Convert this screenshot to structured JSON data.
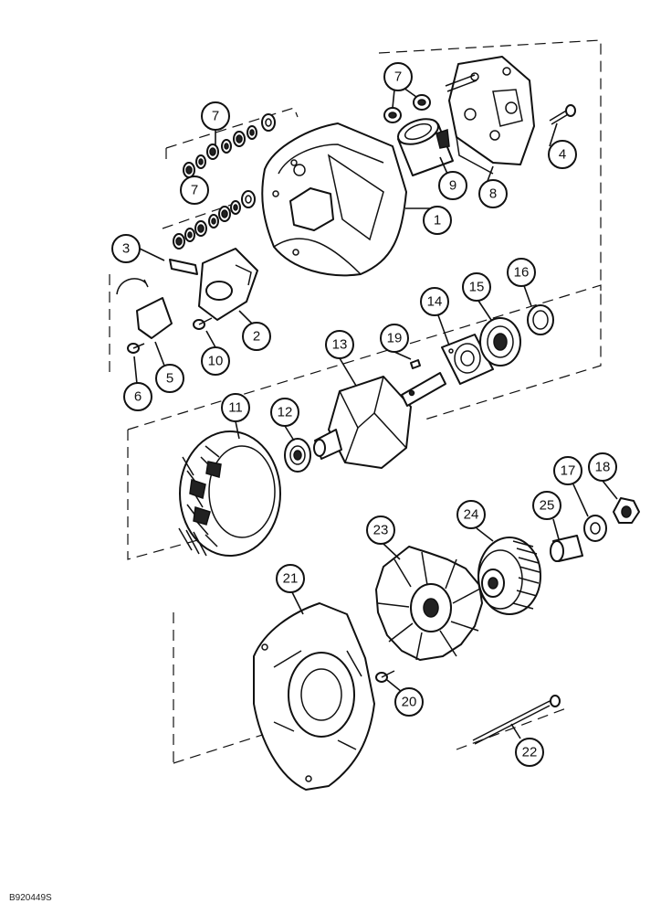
{
  "figure_code": "B920449S",
  "colors": {
    "line": "#111111",
    "background": "#ffffff"
  },
  "callouts": [
    {
      "number": "1"
    },
    {
      "number": "2"
    },
    {
      "number": "3"
    },
    {
      "number": "4"
    },
    {
      "number": "5"
    },
    {
      "number": "6"
    },
    {
      "number": "7"
    },
    {
      "number": "7"
    },
    {
      "number": "7"
    },
    {
      "number": "8"
    },
    {
      "number": "9"
    },
    {
      "number": "10"
    },
    {
      "number": "11"
    },
    {
      "number": "12"
    },
    {
      "number": "13"
    },
    {
      "number": "14"
    },
    {
      "number": "15"
    },
    {
      "number": "16"
    },
    {
      "number": "17"
    },
    {
      "number": "18"
    },
    {
      "number": "19"
    },
    {
      "number": "20"
    },
    {
      "number": "21"
    },
    {
      "number": "22"
    },
    {
      "number": "23"
    },
    {
      "number": "24"
    },
    {
      "number": "25"
    }
  ]
}
